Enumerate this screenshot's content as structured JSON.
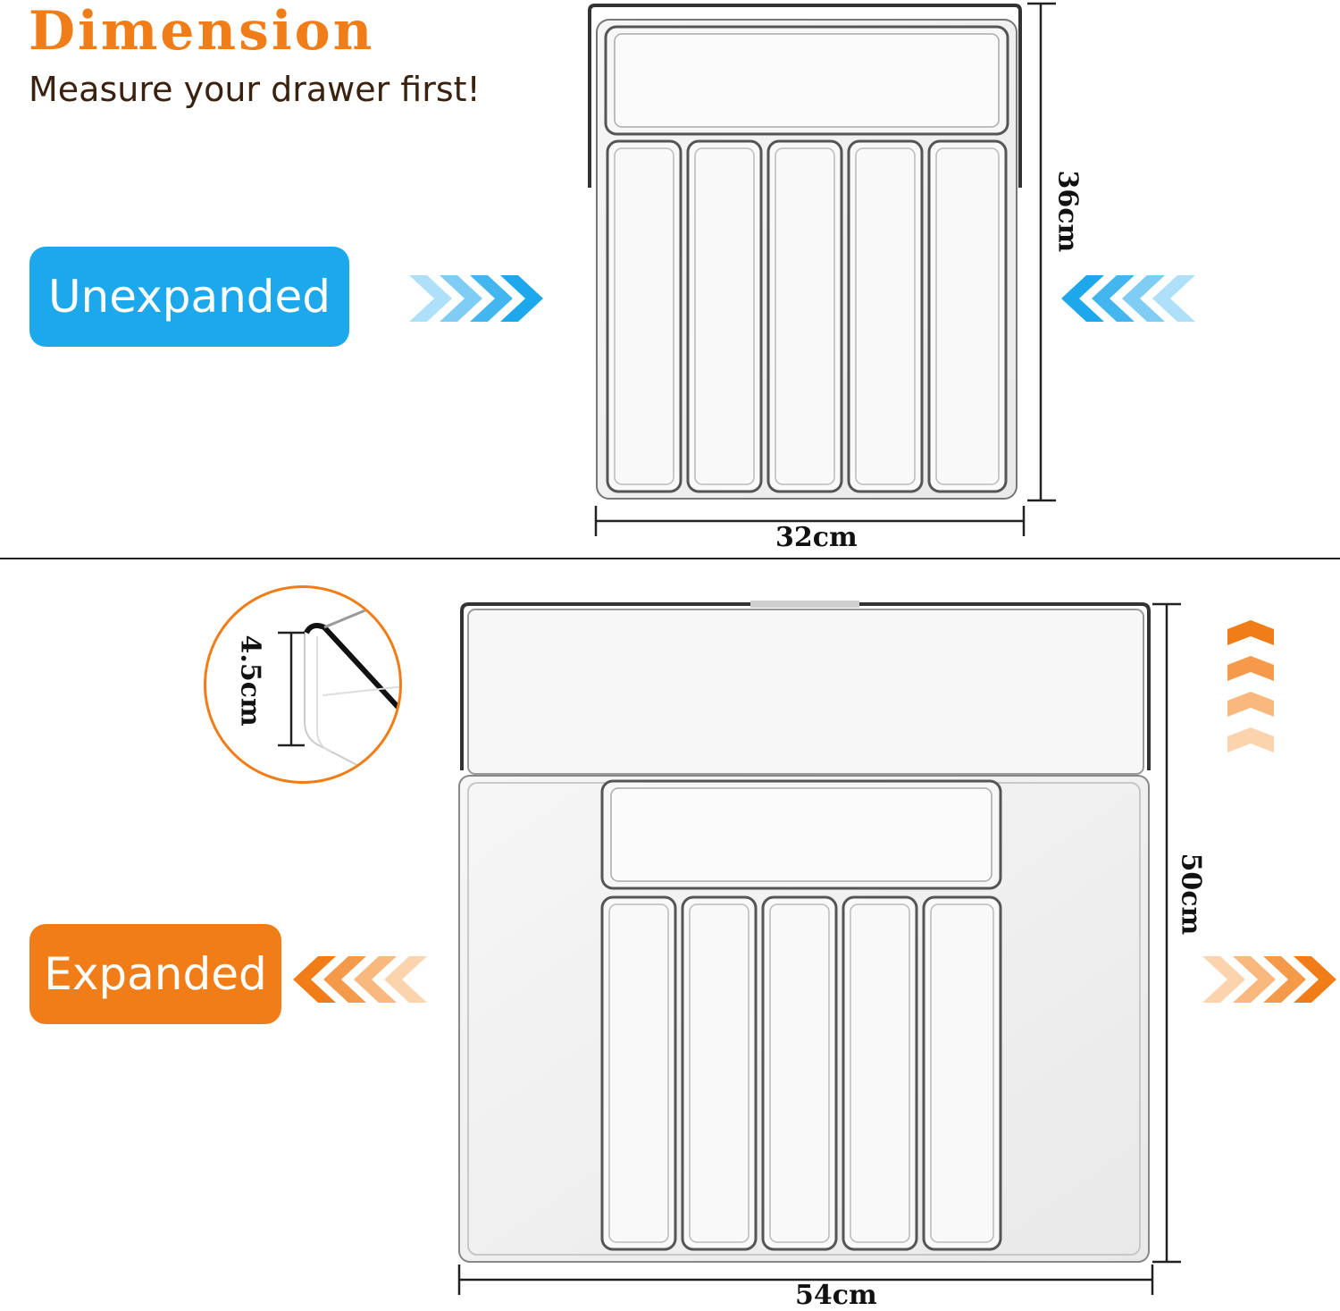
{
  "header": {
    "title": "Dimension",
    "subtitle": "Measure your drawer first!"
  },
  "states": {
    "unexpanded": "Unexpanded",
    "expanded": "Expanded"
  },
  "dimensions": {
    "unexpanded_width": "32cm",
    "unexpanded_depth": "36cm",
    "expanded_width": "54cm",
    "expanded_depth": "50cm",
    "height": "4.5cm"
  },
  "colors": {
    "accent_orange": "#f07d18",
    "accent_blue": "#1ea8ec",
    "subtitle_brown": "#3b2210"
  }
}
